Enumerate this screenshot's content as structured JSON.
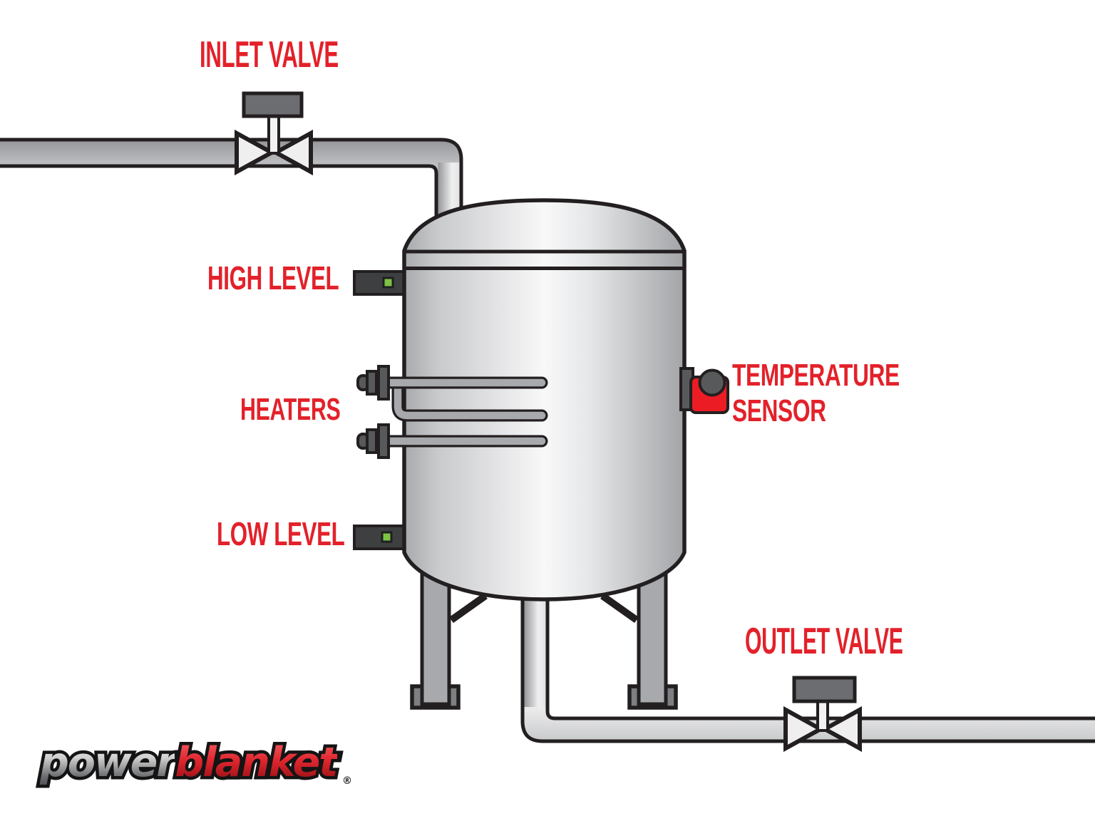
{
  "diagram": {
    "title_labels": {
      "inlet_valve": "INLET VALVE",
      "high_level": "HIGH LEVEL",
      "heaters": "HEATERS",
      "low_level": "LOW LEVEL",
      "temperature_sensor_line1": "TEMPERATURE",
      "temperature_sensor_line2": "SENSOR",
      "outlet_valve": "OUTLET VALVE"
    },
    "colors": {
      "label_red": "#E3212A",
      "sensor_red": "#EC1C24",
      "led_green": "#7CC243",
      "housing_dark": "#3E3F41",
      "fitting_dark": "#58595B",
      "handle_gray": "#6B6D70",
      "outline_black": "#231F20",
      "leg_gray": "#A7A9AC",
      "foot_gray": "#7D7F82",
      "pipe_silver": "#97989B",
      "tank_silver": "#A9ABAE"
    }
  },
  "logo": {
    "power": "power",
    "blanket": "blanket",
    "registered": "®"
  }
}
